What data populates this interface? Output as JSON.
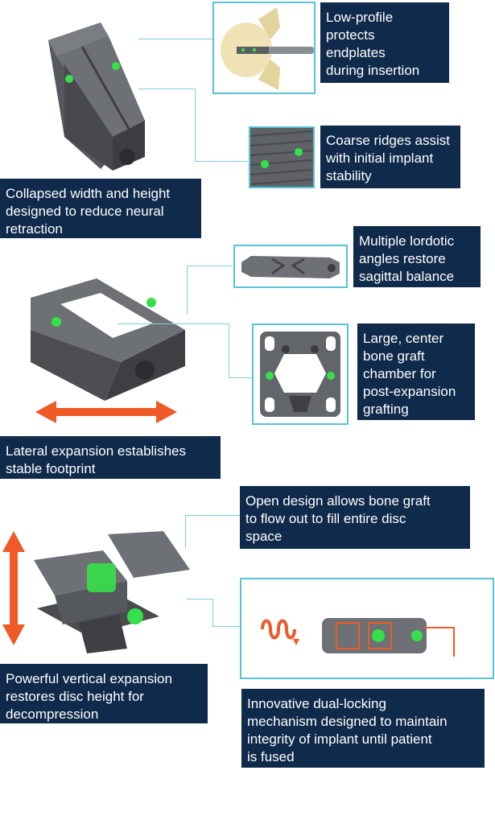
{
  "colors": {
    "callout_bg": "#0f2a4a",
    "callout_text": "#ffffff",
    "frame_border": "#57c4d6",
    "accent_green": "#35e04a",
    "implant_gray": "#5a5d62",
    "arrow_orange": "#ef5a27"
  },
  "callouts": {
    "low_profile": [
      "Low-profile",
      "protects",
      "endplates",
      "during insertion"
    ],
    "coarse_ridges": [
      "Coarse ridges assist",
      "with initial implant",
      "stability"
    ],
    "collapsed": [
      "Collapsed width and height",
      "designed to reduce neural",
      "retraction"
    ],
    "lordotic": [
      "Multiple lordotic",
      "angles restore",
      "sagittal balance"
    ],
    "graft_chamber": [
      "Large, center",
      "bone graft",
      "chamber for",
      "post-expansion",
      "grafting"
    ],
    "lateral": [
      "Lateral expansion establishes",
      "stable footprint"
    ],
    "open_design": [
      "Open design allows bone graft",
      "to flow out to fill entire disc",
      "space"
    ],
    "vertical": [
      "Powerful vertical expansion",
      "restores disc height for",
      "decompression"
    ],
    "dual_locking": [
      "Innovative dual-locking",
      "mechanism designed to maintain",
      "integrity of implant until patient",
      "is fused"
    ]
  },
  "icons": {
    "lateral_arrow": "double-arrow-horizontal-icon",
    "vertical_arrow": "double-arrow-vertical-icon",
    "rotation": "spiral-rotation-icon"
  }
}
